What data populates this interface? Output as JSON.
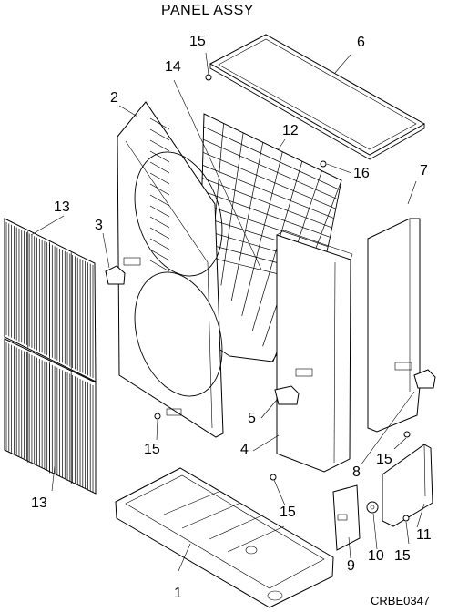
{
  "title": "PANEL ASSY",
  "code": "CRBE0347",
  "callouts": {
    "c1": "1",
    "c2": "2",
    "c3": "3",
    "c4": "4",
    "c5": "5",
    "c6": "6",
    "c7": "7",
    "c8": "8",
    "c9": "9",
    "c10": "10",
    "c11": "11",
    "c12": "12",
    "c13a": "13",
    "c13b": "13",
    "c14": "14",
    "c15a": "15",
    "c15b": "15",
    "c15c": "15",
    "c15d": "15",
    "c15e": "15",
    "c16": "16"
  }
}
